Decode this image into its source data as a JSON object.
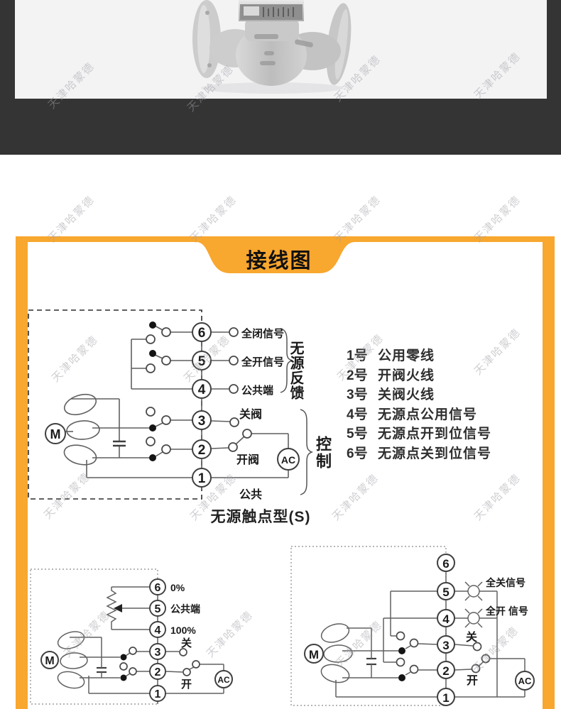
{
  "banner": {
    "title": "接线图"
  },
  "watermark": {
    "text": "天津哈蒙德"
  },
  "legend": {
    "rows": [
      {
        "num": "1号",
        "desc": "公用零线"
      },
      {
        "num": "2号",
        "desc": "开阀火线"
      },
      {
        "num": "3号",
        "desc": "关阀火线"
      },
      {
        "num": "4号",
        "desc": "无源点公用信号"
      },
      {
        "num": "5号",
        "desc": "无源点开到位信号"
      },
      {
        "num": "6号",
        "desc": "无源点关到位信号"
      }
    ]
  },
  "main_diagram": {
    "caption": "无源触点型(S)",
    "terminals": {
      "t6": "6",
      "t5": "5",
      "t4": "4",
      "t3": "3",
      "t2": "2",
      "t1": "1"
    },
    "labels": {
      "t6": "全闭信号",
      "t5": "全开信号",
      "t4": "公共端",
      "t3": "关阀",
      "t2": "开阀",
      "t1": "公共"
    },
    "brace_feedback": "无源反馈",
    "brace_control": "控制",
    "motor": "M",
    "ac": "AC"
  },
  "pot_diagram": {
    "terminals": {
      "t6": "6",
      "t5": "5",
      "t4": "4",
      "t3": "3",
      "t2": "2",
      "t1": "1"
    },
    "labels": {
      "t6": "0%",
      "t5": "公共端",
      "t4": "100%",
      "t3": "关",
      "t2": "开"
    },
    "motor": "M",
    "ac": "AC"
  },
  "lamp_diagram": {
    "terminals": {
      "t6": "6",
      "t5": "5",
      "t4": "4",
      "t3": "3",
      "t2": "2",
      "t1": "1"
    },
    "labels": {
      "t5": "全关信号",
      "t4": "全开 信号",
      "t3": "关",
      "t2": "开"
    },
    "motor": "M",
    "ac": "AC"
  },
  "colors": {
    "accent_orange": "#F8A72F",
    "separator_dark": "#343434",
    "photo_background": "#f3f3f4"
  }
}
